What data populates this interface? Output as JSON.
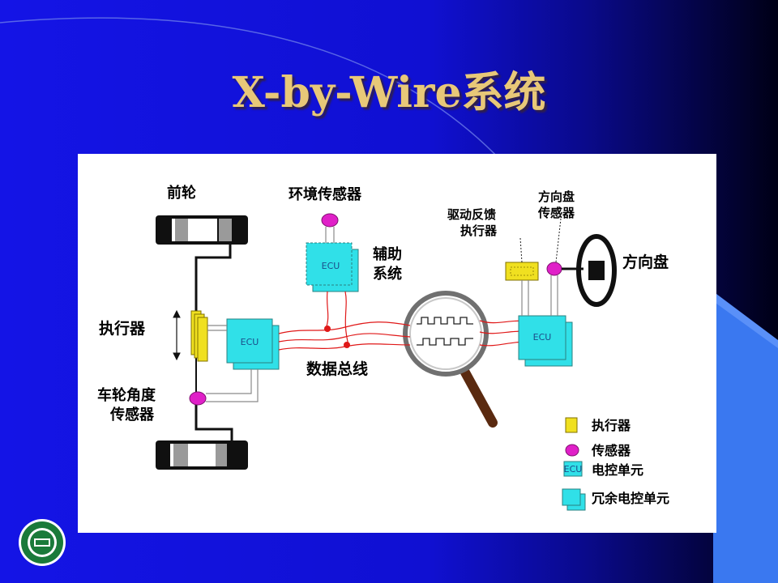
{
  "slide": {
    "title": "X-by-Wire系统"
  },
  "diagram": {
    "labels": {
      "front_wheel": "前轮",
      "env_sensor": "环境传感器",
      "aux_system_line1": "辅助",
      "aux_system_line2": "系统",
      "actuator": "执行器",
      "wheel_angle_sensor_line1": "车轮角度",
      "wheel_angle_sensor_line2": "传感器",
      "data_bus": "数据总线",
      "drive_feedback_line1": "驱动反馈",
      "drive_feedback_line2": "执行器",
      "steering_sensor_line1": "方向盘",
      "steering_sensor_line2": "传感器",
      "steering_wheel": "方向盘",
      "ecu_text": "ECU"
    },
    "legend": [
      {
        "symbol": "actuator",
        "label": "执行器"
      },
      {
        "symbol": "sensor",
        "label": "传感器"
      },
      {
        "symbol": "ecu",
        "label": "电控单元"
      },
      {
        "symbol": "redundant-ecu",
        "label": "冗余电控单元"
      }
    ],
    "colors": {
      "actuator": "#f0e020",
      "sensor": "#e020c8",
      "ecu": "#30e0e8",
      "bus": "#e01818",
      "wheel": "#101010"
    }
  }
}
